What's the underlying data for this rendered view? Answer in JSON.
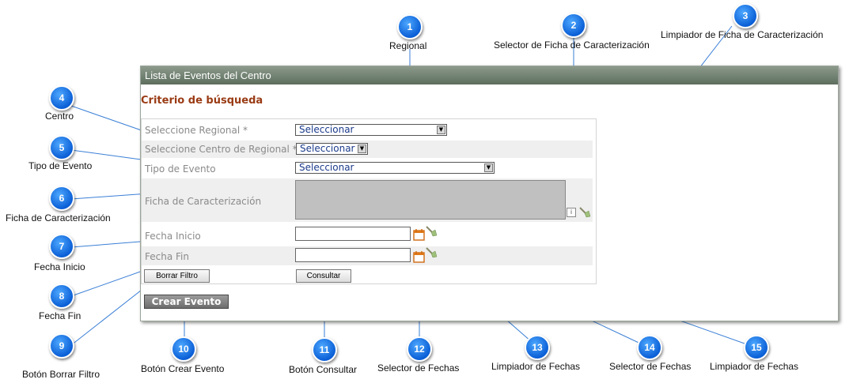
{
  "panel": {
    "title": "Lista de Eventos del Centro",
    "criteria_title": "Criterio de búsqueda"
  },
  "form": {
    "regional_label": "Seleccione Regional *",
    "regional_value": "Seleccionar",
    "centro_label": "Seleccione Centro de Regional *",
    "centro_value": "Seleccionar",
    "tipo_label": "Tipo de Evento",
    "tipo_value": "Seleccionar",
    "ficha_label": "Ficha de Caracterización",
    "fecha_inicio_label": "Fecha Inicio",
    "fecha_fin_label": "Fecha Fin",
    "borrar_label": "Borrar Filtro",
    "consultar_label": "Consultar",
    "crear_label": "Crear Evento"
  },
  "callouts": [
    {
      "num": "1",
      "label": "Regional"
    },
    {
      "num": "2",
      "label": "Selector de Ficha de Caracterización"
    },
    {
      "num": "3",
      "label": "Limpiador de Ficha de Caracterización"
    },
    {
      "num": "4",
      "label": "Centro"
    },
    {
      "num": "5",
      "label": "Tipo de Evento"
    },
    {
      "num": "6",
      "label": "Ficha de Caracterización"
    },
    {
      "num": "7",
      "label": "Fecha Inicio"
    },
    {
      "num": "8",
      "label": "Fecha Fin"
    },
    {
      "num": "9",
      "label": "Botón Borrar Filtro"
    },
    {
      "num": "10",
      "label": "Botón Crear Evento"
    },
    {
      "num": "11",
      "label": "Botón Consultar"
    },
    {
      "num": "12",
      "label": "Selector de Fechas"
    },
    {
      "num": "13",
      "label": "Limpiador de Fechas"
    },
    {
      "num": "14",
      "label": "Selector de Fechas"
    },
    {
      "num": "15",
      "label": "Limpiador de Fechas"
    }
  ],
  "colors": {
    "badge": "#0b5fd6",
    "header": "#6b7a6c",
    "criteria": "#9a3b14",
    "callout_line": "#3a7fd6"
  }
}
